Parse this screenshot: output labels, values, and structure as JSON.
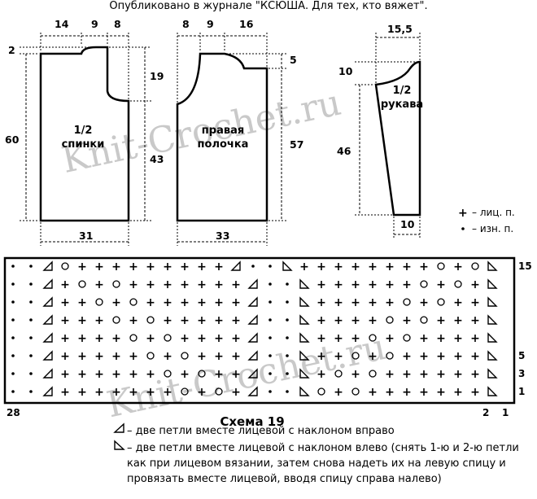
{
  "header": "Опубликовано в журнале \"КСЮША. Для тех, кто вяжет\".",
  "watermark": "Knit-Crochet.ru",
  "back": {
    "title_line1": "1/2",
    "title_line2": "спинки",
    "top_widths": [
      "14",
      "9",
      "8"
    ],
    "neck_drop": "2",
    "armhole_height": "19",
    "side_height": "43",
    "total_height": "60",
    "bottom_width": "31"
  },
  "front": {
    "title_line1": "правая",
    "title_line2": "полочка",
    "top_widths": [
      "8",
      "9",
      "16"
    ],
    "shoulder_drop": "5",
    "total_height": "57",
    "bottom_width": "33"
  },
  "sleeve": {
    "title_line1": "1/2",
    "title_line2": "рукава",
    "top_width": "15,5",
    "cap_height": "10",
    "length": "46",
    "bottom_width": "10"
  },
  "symbols_legend": {
    "knit": "– лиц. п.",
    "purl": "– изн. п."
  },
  "chart": {
    "title": "Схема 19",
    "col_labels": {
      "left": "28",
      "right2": "2",
      "right1": "1"
    },
    "row_labels": [
      {
        "row": 0,
        "text": "15"
      },
      {
        "row": 5,
        "text": "5"
      },
      {
        "row": 6,
        "text": "3"
      },
      {
        "row": 7,
        "text": "1"
      }
    ],
    "rows": [
      "DLO+++++++++LDDR++++++++O+OR",
      "DL+O+O+++++++LDDR++++++O+O+R",
      "DL++O+O++++++LDDR+++++O+O++R",
      "DL+++O+O+++++LDDR++++O+O+++R",
      "DL++++O+O++++LDDR+++O+O++++R",
      "DL+++++O+O+++LDDR++O+O+++++R",
      "DL++++++O+O++LDDR+O+O++++++R",
      "DL+++++++O+O+LDDRO+O+++++++R"
    ]
  },
  "legend": {
    "right_slant": "– две петли вместе лицевой с наклоном вправо",
    "left_slant_1": "– две петли вместе лицевой с наклоном влево (снять 1-ю и 2-ю петли",
    "left_slant_2": "как при лицевом вязании, затем снова надеть их на левую спицу и",
    "left_slant_3": "провязать вместе лицевой, вводя спицу справа налево)"
  }
}
